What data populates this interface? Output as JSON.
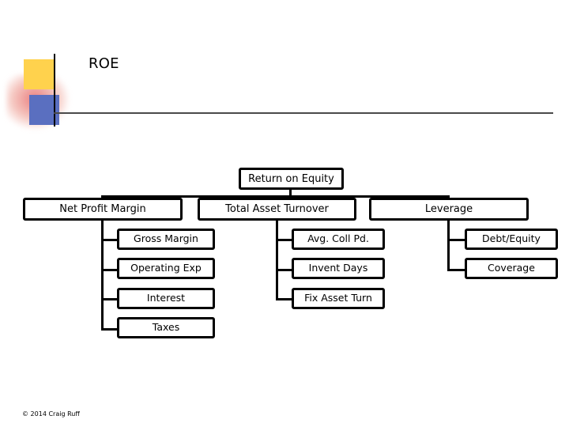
{
  "slide": {
    "title": "ROE",
    "footer": "© 2014 Craig Ruff",
    "decor": {
      "yellow": "#ffd24d",
      "blue": "#5a6fc0",
      "blur": "#e97878",
      "rule": "#4a4a4a",
      "line": "#000000"
    }
  },
  "diagram": {
    "type": "tree",
    "root": {
      "label": "Return on Equity"
    },
    "level1": [
      {
        "label": "Net Profit Margin"
      },
      {
        "label": "Total Asset Turnover"
      },
      {
        "label": "Leverage"
      }
    ],
    "children": {
      "net_profit_margin": [
        {
          "label": "Gross Margin"
        },
        {
          "label": "Operating Exp"
        },
        {
          "label": "Interest"
        },
        {
          "label": "Taxes"
        }
      ],
      "total_asset_turnover": [
        {
          "label": "Avg. Coll Pd."
        },
        {
          "label": "Invent Days"
        },
        {
          "label": "Fix Asset Turn"
        }
      ],
      "leverage": [
        {
          "label": "Debt/Equity"
        },
        {
          "label": "Coverage"
        }
      ]
    }
  }
}
